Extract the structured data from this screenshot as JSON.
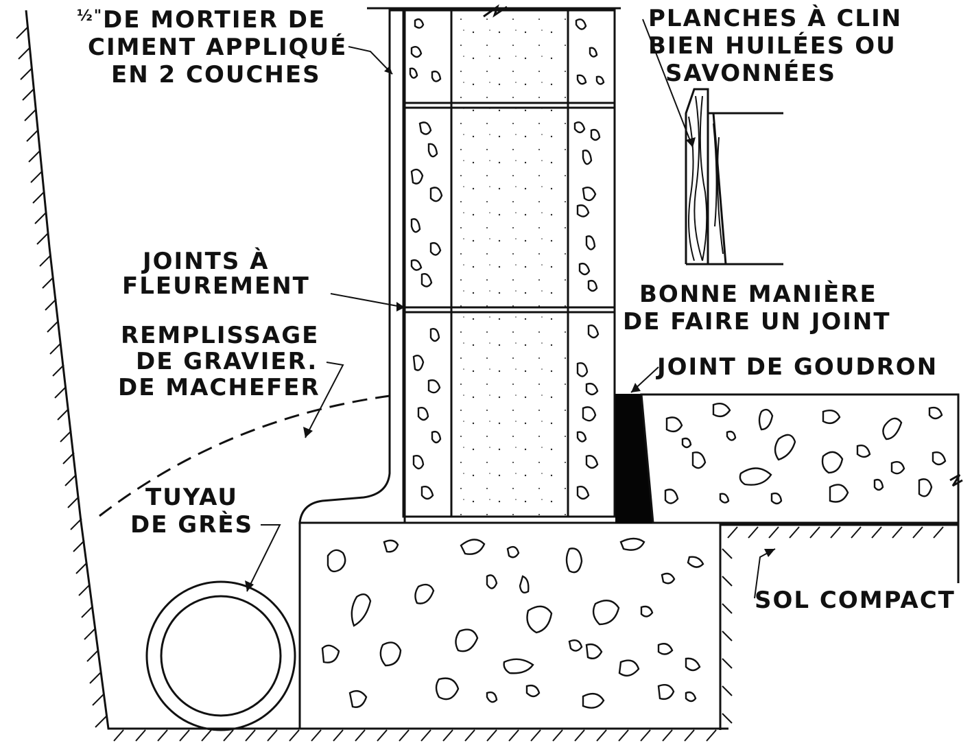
{
  "labels": {
    "mortar_fraction": "½\"",
    "mortar_line1": "DE MORTIER DE",
    "mortar_line2": "CIMENT APPLIQUÉ",
    "mortar_line3": "EN 2 COUCHES",
    "planks_line1": "PLANCHES À CLIN",
    "planks_line2": "BIEN HUILÉES OU",
    "planks_line3": "SAVONNÉES",
    "joints_line1": "JOINTS À",
    "joints_line2": "FLEUREMENT",
    "good_way_line1": "BONNE MANIÈRE",
    "good_way_line2": "DE FAIRE UN JOINT",
    "fill_line1": "REMPLISSAGE",
    "fill_line2": "DE GRAVIER.",
    "fill_line3": "DE MACHEFER",
    "tar_joint": "JOINT DE GOUDRON",
    "pipe_line1": "TUYAU",
    "pipe_line2": "DE GRÈS",
    "compact_soil": "SOL COMPACT"
  },
  "colors": {
    "ink": "#111111",
    "paper": "#ffffff",
    "tar": "#050505"
  }
}
